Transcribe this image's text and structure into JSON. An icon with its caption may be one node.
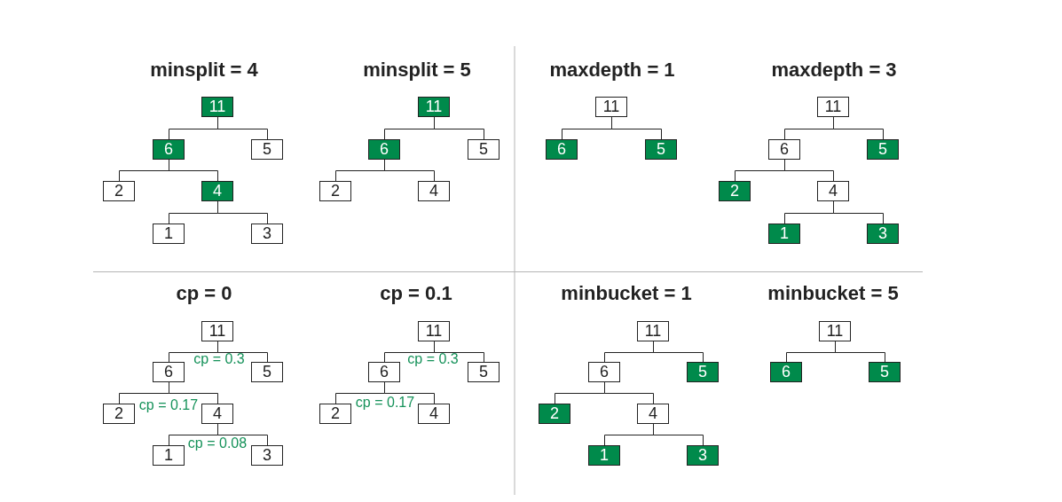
{
  "diagram": {
    "nodes": [
      {
        "text": [
          "11"
        ]
      },
      {
        "text": [
          "6"
        ]
      },
      {
        "text": [
          "5"
        ]
      },
      {
        "text": [
          "2"
        ]
      },
      {
        "text": [
          "4"
        ]
      },
      {
        "text": [
          "1"
        ]
      },
      {
        "text": [
          "3"
        ]
      },
      {
        "text": [
          "11"
        ]
      },
      {
        "text": [
          "6"
        ]
      },
      {
        "text": [
          "5"
        ]
      },
      {
        "text": [
          "2"
        ]
      },
      {
        "text": [
          "4"
        ]
      },
      {
        "text": [
          "11"
        ]
      },
      {
        "text": [
          "6"
        ]
      },
      {
        "text": [
          "5"
        ]
      },
      {
        "text": [
          "11"
        ]
      },
      {
        "text": [
          "6"
        ]
      },
      {
        "text": [
          "5"
        ]
      },
      {
        "text": [
          "2"
        ]
      },
      {
        "text": [
          "4"
        ]
      },
      {
        "text": [
          "1"
        ]
      },
      {
        "text": [
          "3"
        ]
      },
      {
        "text": [
          "11"
        ]
      },
      {
        "text": [
          "6"
        ]
      },
      {
        "text": [
          "5"
        ]
      },
      {
        "text": [
          "2"
        ]
      },
      {
        "text": [
          "4"
        ]
      },
      {
        "text": [
          "1"
        ]
      },
      {
        "text": [
          "3"
        ]
      },
      {
        "text": [
          "11"
        ]
      },
      {
        "text": [
          "6"
        ]
      },
      {
        "text": [
          "5"
        ]
      },
      {
        "text": [
          "2"
        ]
      },
      {
        "text": [
          "4"
        ]
      },
      {
        "text": [
          "11"
        ]
      },
      {
        "text": [
          "6"
        ]
      },
      {
        "text": [
          "5"
        ]
      },
      {
        "text": [
          "2"
        ]
      },
      {
        "text": [
          "4"
        ]
      },
      {
        "text": [
          "1"
        ]
      },
      {
        "text": [
          "3"
        ]
      },
      {
        "text": [
          "11"
        ]
      },
      {
        "text": [
          "6"
        ]
      },
      {
        "text": [
          "5"
        ]
      }
    ],
    "edges": [
      {
        "from": 0,
        "to": 1,
        "arrow": "none"
      },
      {
        "from": 0,
        "to": 2,
        "arrow": "none"
      },
      {
        "from": 1,
        "to": 3,
        "arrow": "none"
      },
      {
        "from": 1,
        "to": 4,
        "arrow": "none"
      },
      {
        "from": 4,
        "to": 5,
        "arrow": "none"
      },
      {
        "from": 4,
        "to": 6,
        "arrow": "none"
      },
      {
        "from": 7,
        "to": 8,
        "arrow": "none"
      },
      {
        "from": 7,
        "to": 9,
        "arrow": "none"
      },
      {
        "from": 8,
        "to": 10,
        "arrow": "none"
      },
      {
        "from": 8,
        "to": 11,
        "arrow": "none"
      },
      {
        "from": 12,
        "to": 13,
        "arrow": "none"
      },
      {
        "from": 12,
        "to": 14,
        "arrow": "none"
      },
      {
        "from": 15,
        "to": 16,
        "arrow": "none"
      },
      {
        "from": 15,
        "to": 17,
        "arrow": "none"
      },
      {
        "from": 16,
        "to": 18,
        "arrow": "none"
      },
      {
        "from": 16,
        "to": 19,
        "arrow": "none"
      },
      {
        "from": 19,
        "to": 20,
        "arrow": "none"
      },
      {
        "from": 19,
        "to": 21,
        "arrow": "none"
      },
      {
        "from": 22,
        "to": 23,
        "arrow": "none"
      },
      {
        "from": 22,
        "to": 24,
        "arrow": "none"
      },
      {
        "from": 23,
        "to": 25,
        "arrow": "none"
      },
      {
        "from": 23,
        "to": 26,
        "arrow": "none"
      },
      {
        "from": 26,
        "to": 27,
        "arrow": "none"
      },
      {
        "from": 26,
        "to": 28,
        "arrow": "none"
      },
      {
        "from": 29,
        "to": 30,
        "arrow": "none"
      },
      {
        "from": 29,
        "to": 31,
        "arrow": "none"
      },
      {
        "from": 30,
        "to": 32,
        "arrow": "none"
      },
      {
        "from": 30,
        "to": 33,
        "arrow": "none"
      },
      {
        "from": 34,
        "to": 35,
        "arrow": "none"
      },
      {
        "from": 34,
        "to": 36,
        "arrow": "none"
      },
      {
        "from": 35,
        "to": 37,
        "arrow": "none"
      },
      {
        "from": 35,
        "to": 38,
        "arrow": "none"
      },
      {
        "from": 38,
        "to": 39,
        "arrow": "none"
      },
      {
        "from": 38,
        "to": 40,
        "arrow": "none"
      },
      {
        "from": 41,
        "to": 42,
        "arrow": "none"
      },
      {
        "from": 41,
        "to": 43,
        "arrow": "none"
      }
    ],
    "labels": [
      "minsplit = 4",
      "minsplit = 5",
      "maxdepth = 1",
      "maxdepth = 3",
      "cp = 0",
      "cp = 0.1",
      "minbucket = 1",
      "minbucket = 5",
      "cp = 0.3",
      "cp = 0.3",
      "cp = 0.17",
      "cp = 0.17",
      "cp = 0.08"
    ]
  }
}
